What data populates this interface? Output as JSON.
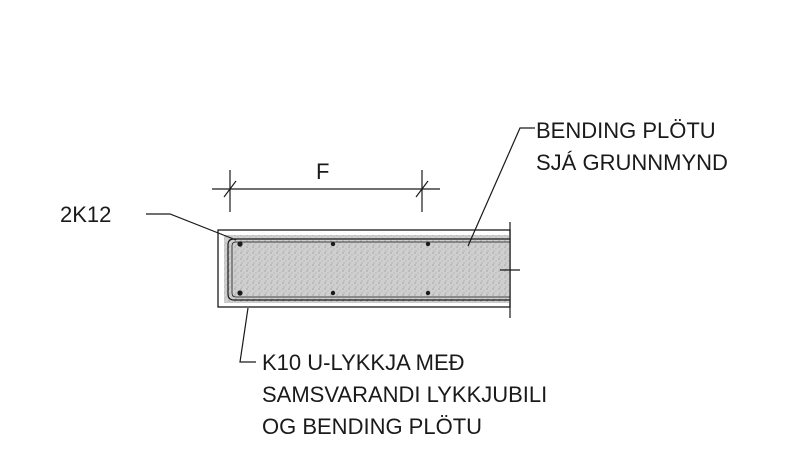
{
  "drawing": {
    "dimension_label": "F",
    "top_bar_label": "2K12",
    "slab_reinforcement_note": [
      "BENDING PLÖTU",
      "SJÁ GRUNNMYND"
    ],
    "u_loop_note": [
      "K10 U-LYKKJA MEÐ",
      "SAMSVARANDI LYKKJUBILI",
      "OG BENDING PLÖTU"
    ]
  }
}
